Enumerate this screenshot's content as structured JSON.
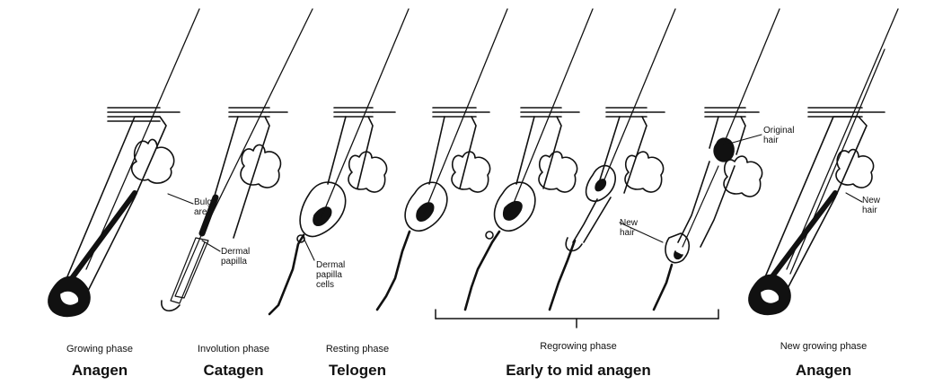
{
  "callouts": {
    "bulge_area": "Bulge\narea",
    "dermal_papilla": "Dermal\npapilla",
    "dermal_papilla_cells": "Dermal\npapilla\ncells",
    "original_hair": "Original\nhair",
    "new_hair_left": "New\nhair",
    "new_hair_right": "New\nhair"
  },
  "phases": [
    {
      "phase": "Growing phase",
      "stage": "Anagen"
    },
    {
      "phase": "Involution phase",
      "stage": "Catagen"
    },
    {
      "phase": "Resting phase",
      "stage": "Telogen"
    },
    {
      "phase": "Regrowing phase",
      "stage": "Early to mid anagen"
    },
    {
      "phase": "New growing phase",
      "stage": "Anagen"
    }
  ]
}
